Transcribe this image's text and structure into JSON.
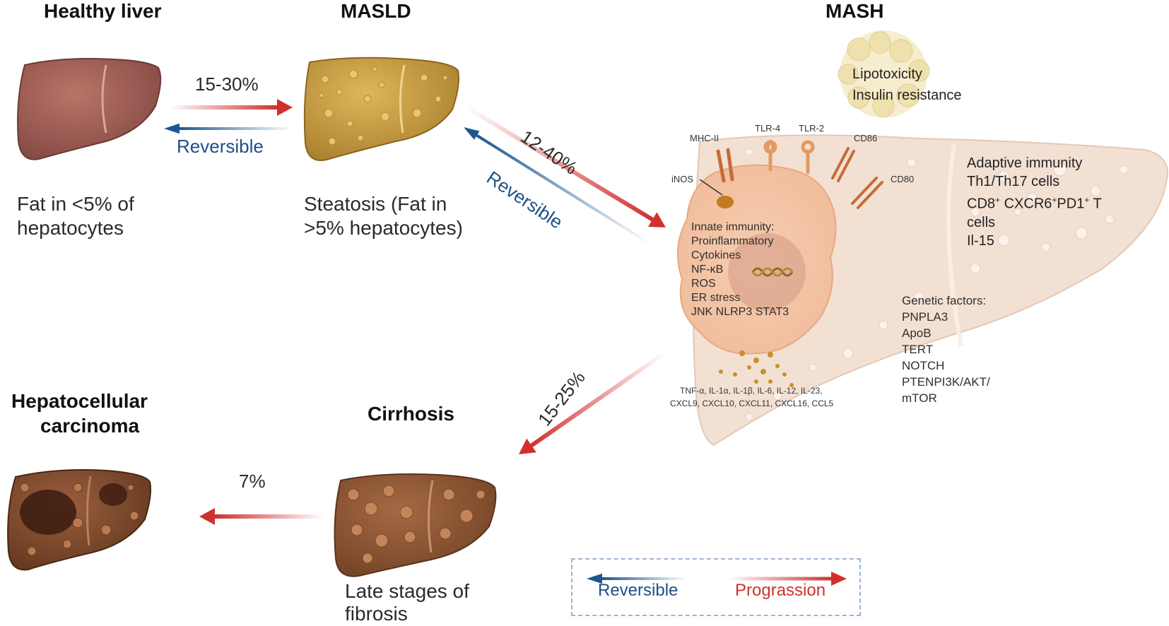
{
  "stages": {
    "healthy": {
      "title": "Healthy liver",
      "desc_line1": "Fat in <5% of",
      "desc_line2": "hepatocytes"
    },
    "masld": {
      "title": "MASLD",
      "desc_line1": "Steatosis (Fat in",
      "desc_line2": ">5% hepatocytes)"
    },
    "mash": {
      "title": "MASH"
    },
    "cirrhosis": {
      "title": "Cirrhosis",
      "desc_line1": "Late stages of",
      "desc_line2": "fibrosis"
    },
    "hcc": {
      "title_line1": "Hepatocellular",
      "title_line2": "carcinoma"
    }
  },
  "transitions": {
    "healthy_to_masld": {
      "pct": "15-30%",
      "reverse_label": "Reversible"
    },
    "masld_to_mash": {
      "pct": "12-40%",
      "reverse_label": "Reversible"
    },
    "mash_to_cirrhosis": {
      "pct": "15-25%"
    },
    "cirrhosis_to_hcc": {
      "pct": "7%"
    }
  },
  "mash": {
    "top_factors": [
      "Lipotoxicity",
      "Insulin resistance"
    ],
    "receptors": {
      "mhc": "MHC-II",
      "tlr4": "TLR-4",
      "tlr2": "TLR-2",
      "cd86": "CD86",
      "cd80": "CD80",
      "inos": "iNOS"
    },
    "innate": [
      "Innate immunity:",
      "Proinflammatory",
      "Cytokines",
      "NF-κB",
      "ROS",
      "ER stress",
      "JNK NLRP3 STAT3"
    ],
    "cytokines_line1": "TNF-α, IL-1α, IL-1β, IL-6, IL-12, IL-23,",
    "cytokines_line2": "CXCL9, CXCL10, CXCL11, CXCL16, CCL5",
    "adaptive": {
      "heading": "Adaptive immunity",
      "line1": "Th1/Th17 cells",
      "line2_a": "CD8",
      "line2_sup1": "+",
      "line2_b": " CXCR6",
      "line2_sup2": "+",
      "line2_c": "PD1",
      "line2_sup3": "+",
      "line2_d": " T",
      "line3": "cells",
      "line4": "Il-15"
    },
    "genetic": [
      "Genetic factors:",
      "PNPLA3",
      "ApoB",
      "TERT",
      "NOTCH",
      "PTENPI3K/AKT/",
      "mTOR"
    ]
  },
  "legend": {
    "reversible": "Reversible",
    "progression": "Prograssion"
  },
  "colors": {
    "progression": "#d0312d",
    "reversible": "#1d5790",
    "healthy_liver": "#9a5a52",
    "fatty_liver": "#c9a042",
    "mash_liver": "#efdcd0",
    "cirrhotic_liver": "#8a5534"
  }
}
